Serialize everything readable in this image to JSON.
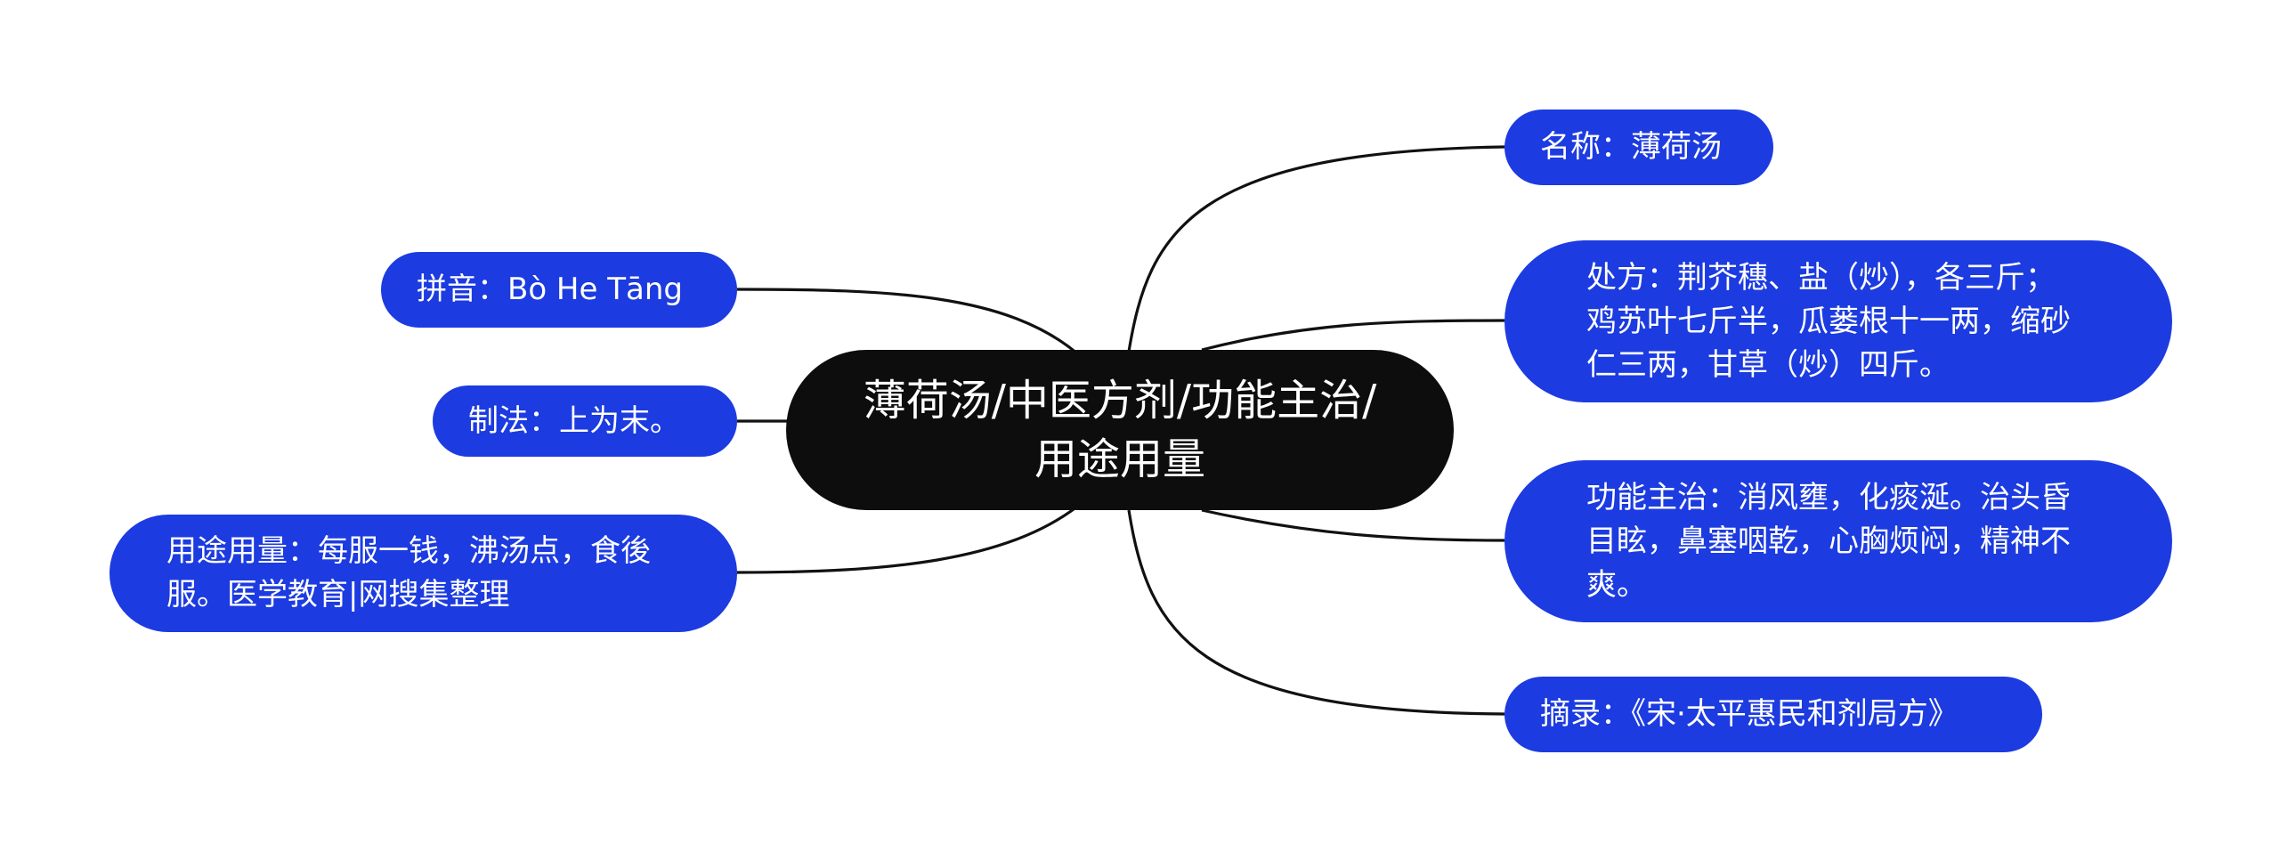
{
  "root": {
    "text": "薄荷汤/中医方剂/功能主治/用途用量"
  },
  "branches": {
    "name": "名称：薄荷汤",
    "recipe": "处方：荆芥穗、盐（炒），各三斤；鸡苏叶七斤半，瓜蒌根十一两，缩砂仁三两，甘草（炒）四斤。",
    "function": "功能主治：消风壅，化痰涎。治头昏目眩，鼻塞咽乾，心胸烦闷，精神不爽。",
    "source": "摘录：《宋·太平惠民和剂局方》",
    "pinyin": "拼音：Bò He Tāng",
    "method": "制法：上为末。",
    "usage": "用途用量：每服一钱，沸汤点，食後服。医学教育|网搜集整理"
  },
  "colors": {
    "root_fill": "#0d0d0d",
    "branch_fill": "#1c3be0",
    "text": "#ffffff",
    "connector": "#111111"
  }
}
